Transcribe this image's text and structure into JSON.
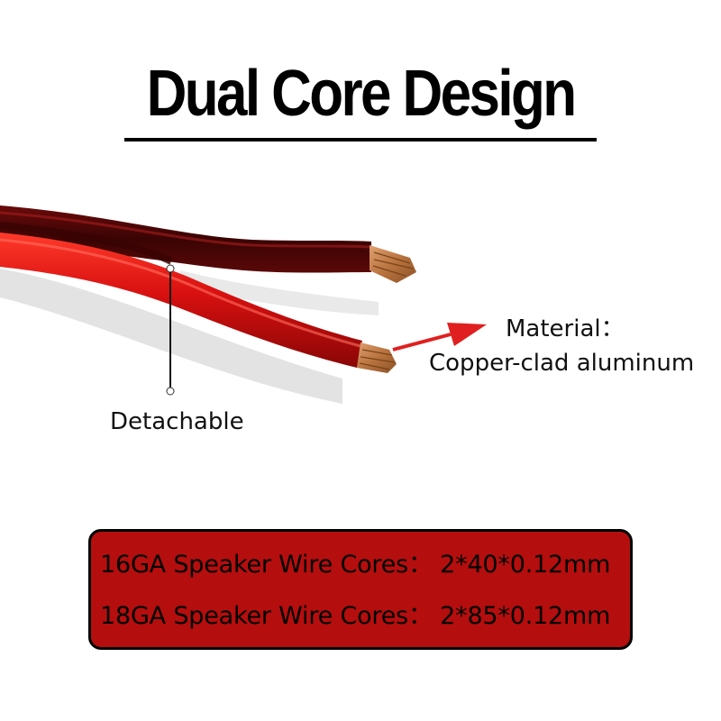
{
  "title": "Dual Core Design",
  "callouts": {
    "material_label": "Material：",
    "material_value": "Copper-clad aluminum",
    "detachable": "Detachable"
  },
  "specs": [
    "16GA Speaker Wire Cores：  2*40*0.12mm",
    "18GA Speaker Wire Cores：  2*85*0.12mm"
  ],
  "colors": {
    "spec_box_fill": "#b40e0e",
    "cable_red": "#d21010",
    "cable_dark": "#4a0606",
    "copper": "#c98a55",
    "arrow": "#e02020"
  }
}
